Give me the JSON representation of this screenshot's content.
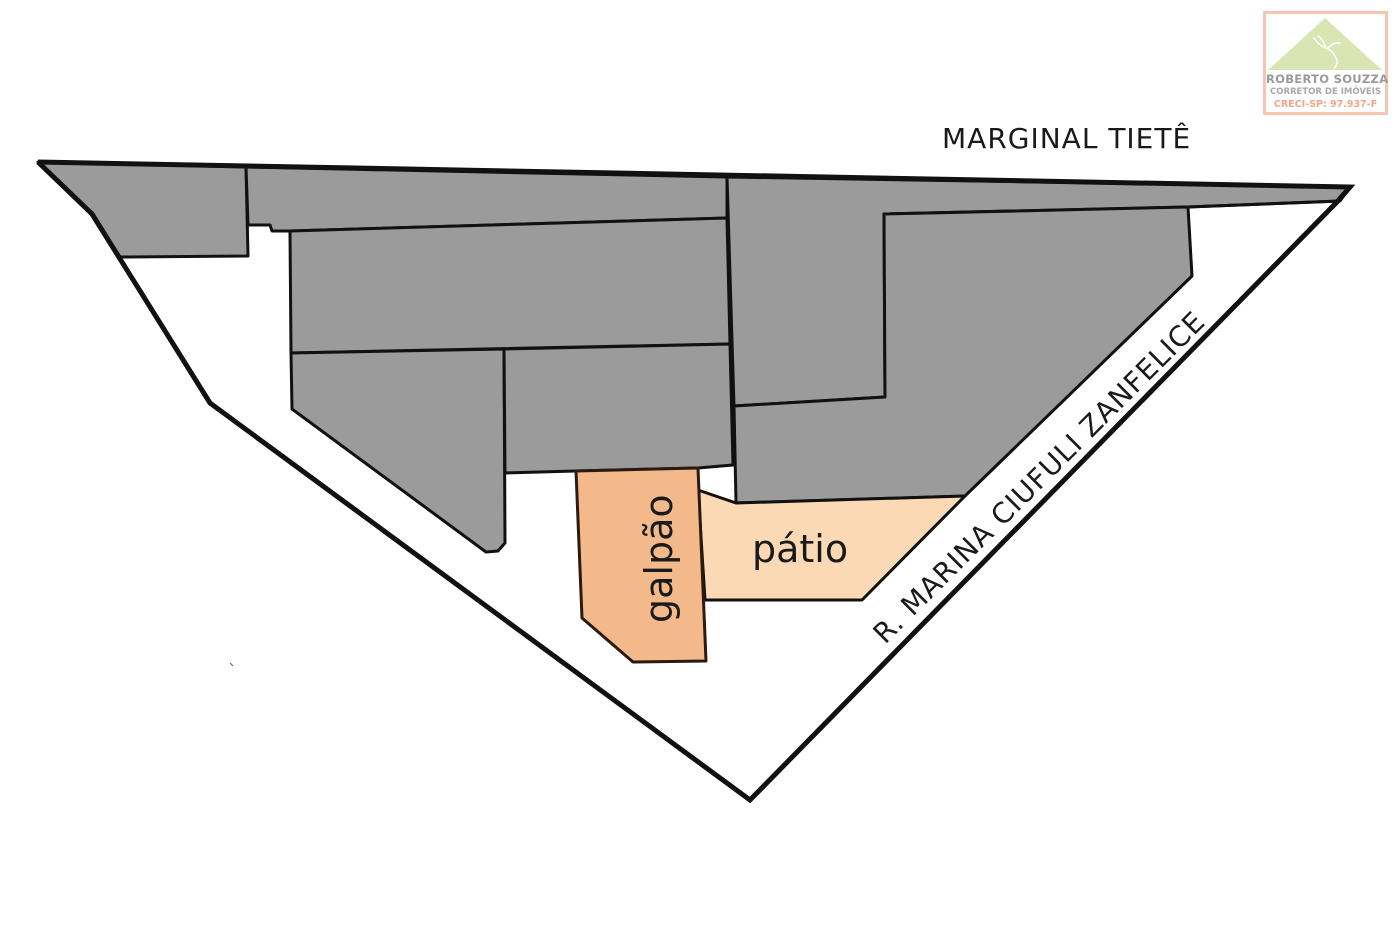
{
  "map": {
    "title_street_top": "MARGINAL TIETÊ",
    "street_diagonal": "R. MARINA CIUFULI ZANFELICE",
    "areas": [
      {
        "id": "galpao",
        "label": "galpão",
        "color": "#f4b98a"
      },
      {
        "id": "patio",
        "label": "pátio",
        "color": "#fcd9b5"
      }
    ],
    "neighbor_lot_color": "#9b9b9b",
    "boundary_color": "#111111"
  },
  "logo": {
    "name": "ROBERTO SOUZZA",
    "subtitle": "CORRETOR DE IMÓVEIS",
    "registration": "CRECI-SP: 97.937-F",
    "triangle_color": "#d9e6b4",
    "border_color": "#f7c6b0",
    "icon": "hummingbird-icon"
  }
}
